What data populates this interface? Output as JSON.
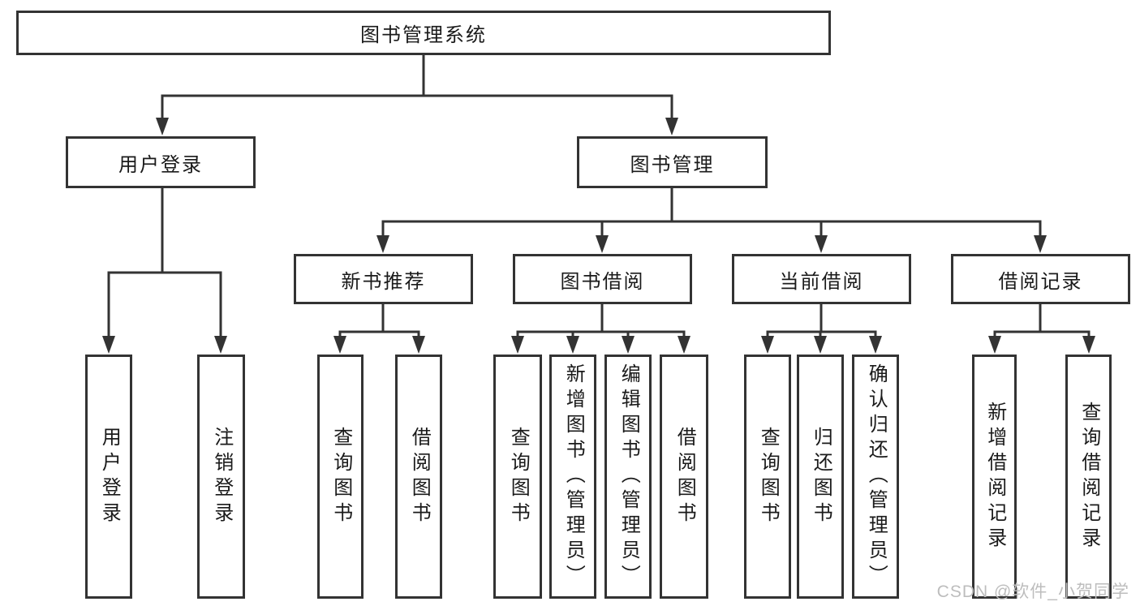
{
  "diagram": {
    "line_color": "#333333",
    "text_color": "#1a1a1a",
    "root": {
      "label": "图书管理系统"
    },
    "branches": [
      {
        "label": "用户登录",
        "children": [
          {
            "label": "用户登录"
          },
          {
            "label": "注销登录"
          }
        ]
      },
      {
        "label": "图书管理",
        "children": [
          {
            "label": "新书推荐",
            "children": [
              {
                "label": "查询图书"
              },
              {
                "label": "借阅图书"
              }
            ]
          },
          {
            "label": "图书借阅",
            "children": [
              {
                "label": "查询图书"
              },
              {
                "label": "新增图书（管理员）"
              },
              {
                "label": "编辑图书（管理员）"
              },
              {
                "label": "借阅图书"
              }
            ]
          },
          {
            "label": "当前借阅",
            "children": [
              {
                "label": "查询图书"
              },
              {
                "label": "归还图书"
              },
              {
                "label": "确认归还（管理员）"
              }
            ]
          },
          {
            "label": "借阅记录",
            "children": [
              {
                "label": "新增借阅记录"
              },
              {
                "label": "查询借阅记录"
              }
            ]
          }
        ]
      }
    ]
  },
  "watermark": {
    "text": "CSDN @软件_小贺同学",
    "color": "#bdbdbd"
  }
}
